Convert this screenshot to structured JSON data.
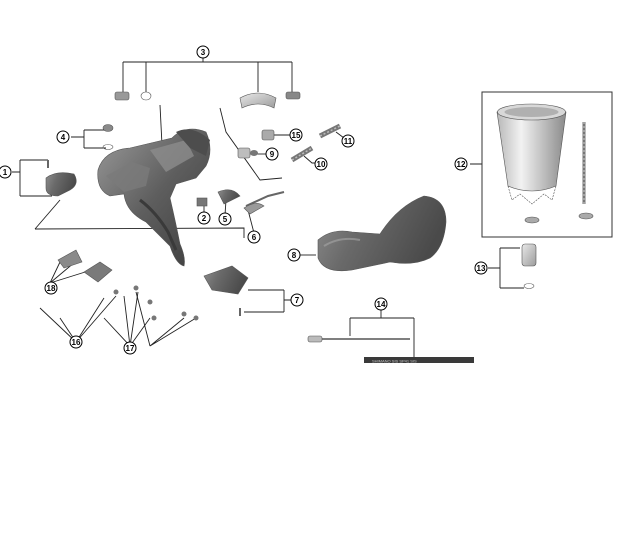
{
  "diagram": {
    "callouts": [
      "1",
      "2",
      "3",
      "4",
      "5",
      "6",
      "7",
      "8",
      "9",
      "10",
      "11",
      "12",
      "13",
      "14",
      "15",
      "16",
      "17",
      "18"
    ],
    "cable_print": "SHIMANO SIS  SP41 SIS"
  }
}
